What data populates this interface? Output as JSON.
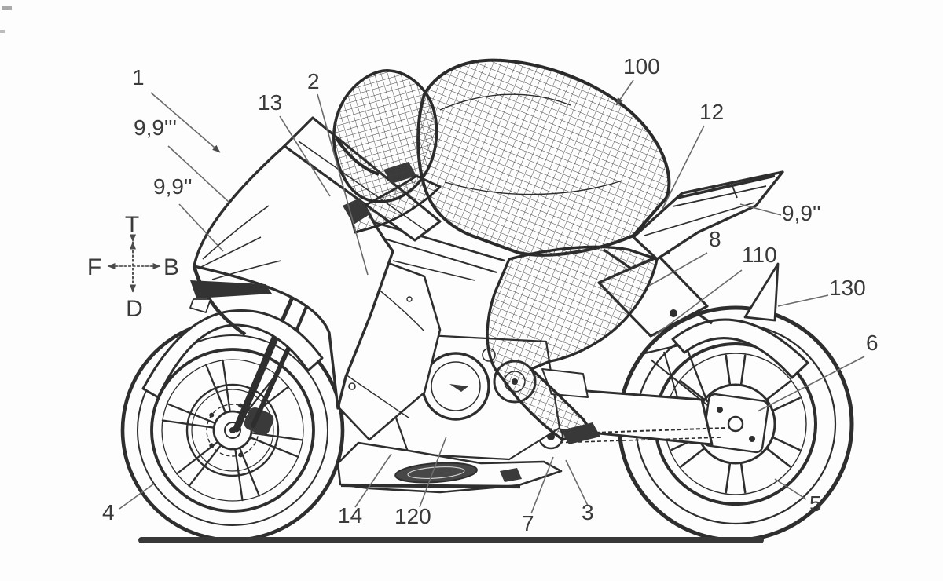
{
  "figure": {
    "kind": "patent-line-drawing",
    "subject": "sport motorcycle side view with tucked rider",
    "background_color": "#fdfdfd",
    "line_color": "#2e2e2e",
    "leader_color": "#666666",
    "label_color": "#3a3a3a"
  },
  "orientation_cross": {
    "top": "T",
    "down": "D",
    "front": "F",
    "back": "B"
  },
  "reference_labels": [
    {
      "id": "ref-1",
      "text": "1"
    },
    {
      "id": "ref-9-9-triple",
      "text": "9,9'''"
    },
    {
      "id": "ref-9-9-left",
      "text": "9,9''"
    },
    {
      "id": "ref-13",
      "text": "13"
    },
    {
      "id": "ref-2",
      "text": "2"
    },
    {
      "id": "ref-100",
      "text": "100"
    },
    {
      "id": "ref-12",
      "text": "12"
    },
    {
      "id": "ref-9-9-right",
      "text": "9,9''"
    },
    {
      "id": "ref-8",
      "text": "8"
    },
    {
      "id": "ref-110",
      "text": "110"
    },
    {
      "id": "ref-130",
      "text": "130"
    },
    {
      "id": "ref-6",
      "text": "6"
    },
    {
      "id": "ref-4",
      "text": "4"
    },
    {
      "id": "ref-14",
      "text": "14"
    },
    {
      "id": "ref-120",
      "text": "120"
    },
    {
      "id": "ref-7",
      "text": "7"
    },
    {
      "id": "ref-3",
      "text": "3"
    },
    {
      "id": "ref-5",
      "text": "5"
    }
  ]
}
